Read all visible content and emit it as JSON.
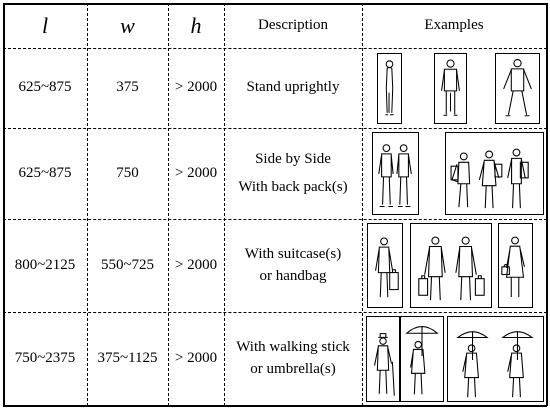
{
  "header": {
    "col_l": "l",
    "col_w": "w",
    "col_h": "h",
    "col_description": "Description",
    "col_examples": "Examples"
  },
  "rows": [
    {
      "l": "625~875",
      "w": "375",
      "h": "> 2000",
      "description": [
        "Stand uprightly"
      ]
    },
    {
      "l": "625~875",
      "w": "750",
      "h": "> 2000",
      "description": [
        "Side by Side",
        "With back pack(s)"
      ]
    },
    {
      "l": "800~2125",
      "w": "550~725",
      "h": "> 2000",
      "description": [
        "With suitcase(s)",
        "or handbag"
      ]
    },
    {
      "l": "750~2375",
      "w": "375~1125",
      "h": "> 2000",
      "description": [
        "With walking stick",
        "or umbrella(s)"
      ]
    }
  ],
  "examples": {
    "row1": [
      "standing-person-side-view",
      "standing-person-front-view",
      "standing-person-arms-out"
    ],
    "row2": [
      "two-people-side-by-side",
      "three-people-with-backpacks"
    ],
    "row3": [
      "person-with-suitcase",
      "two-people-with-suitcases",
      "person-with-handbag"
    ],
    "row4": [
      "person-with-walking-stick",
      "person-with-umbrella",
      "two-people-with-umbrellas"
    ]
  }
}
